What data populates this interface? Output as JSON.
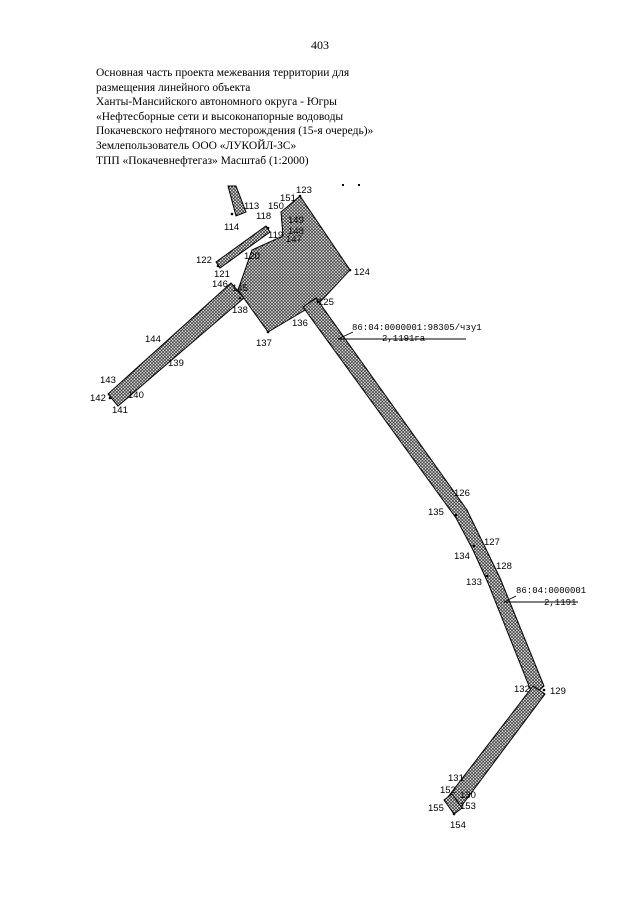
{
  "page_number": "403",
  "header_lines": [
    "Основная часть проекта межевания территории для",
    "размещения линейного объекта",
    "Ханты-Мансийского автономного округа - Югры",
    "«Нефтесборные сети и высоконапорные водоводы",
    "Покачевского нефтяного месторождения (15-я очередь)»",
    "Землепользователь ООО «ЛУКОЙЛ-ЗС»",
    "ТПП «Покачевнефтегаз» Масштаб (1:2000)"
  ],
  "parcel_labels": {
    "parcel_1_number": "86:04:0000001:98305/чзу1",
    "parcel_1_area": "2,1191га",
    "parcel_2_number": "86:04:0000001",
    "parcel_2_area": "2,1191"
  },
  "points": {
    "p113": "113",
    "p114": "114",
    "p118": "118",
    "p119": "119",
    "p120": "120",
    "p121": "121",
    "p122": "122",
    "p123": "123",
    "p124": "124",
    "p125": "125",
    "p126": "126",
    "p127": "127",
    "p128": "128",
    "p129": "129",
    "p130": "130",
    "p131": "131",
    "p132": "132",
    "p133": "133",
    "p134": "134",
    "p135": "135",
    "p136": "136",
    "p137": "137",
    "p138": "138",
    "p139": "139",
    "p140": "140",
    "p141": "141",
    "p142": "142",
    "p143": "143",
    "p144": "144",
    "p145": "145",
    "p146": "146",
    "p147": "147",
    "p148": "148",
    "p149": "149",
    "p150": "150",
    "p151": "151",
    "p152": "152",
    "p153": "153",
    "p154": "154",
    "p155": "155"
  },
  "colors": {
    "line": "#000000",
    "hatch": "#111111",
    "background": "#ffffff"
  }
}
